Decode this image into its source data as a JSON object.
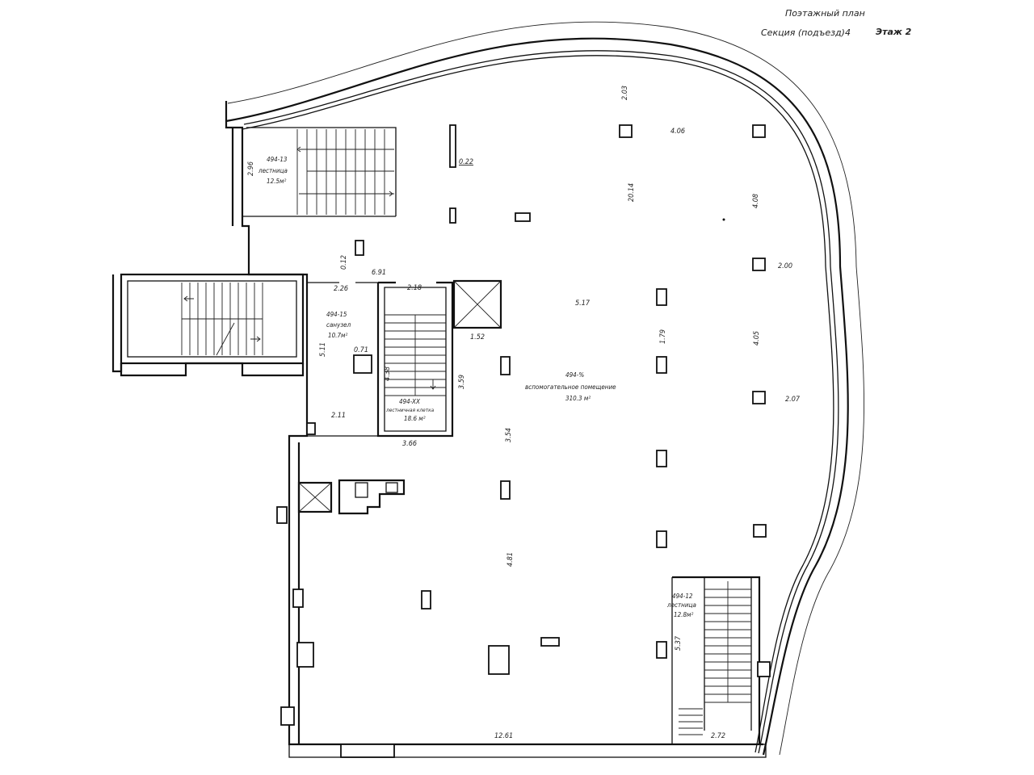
{
  "header": {
    "title": "Поэтажный план",
    "section": "Секция (подъезд)4",
    "floor": "Этаж 2"
  },
  "rooms": [
    {
      "id": "stair-13",
      "code": "494-13",
      "name": "лестница",
      "area": "12.5м²"
    },
    {
      "id": "wc-15",
      "code": "494-15",
      "name": "санузел",
      "area": "10.7м²"
    },
    {
      "id": "stair-xx",
      "code": "494-XX",
      "name": "лестничная клетка",
      "area": "18.6 м²"
    },
    {
      "id": "main-hall",
      "code": "494-%",
      "name": "вспомогательное помещение",
      "area": "310.3 м²"
    },
    {
      "id": "stair-12",
      "code": "494-12",
      "name": "лестница",
      "area": "12.8м²"
    }
  ],
  "dimensions": [
    "2.96",
    "0.12",
    "6.91",
    "2.26",
    "2.18",
    "5.11",
    "0.71",
    "4.38",
    "3.59",
    "2.11",
    "3.66",
    "1.52",
    "3.54",
    "2.03",
    "20.14",
    "4.06",
    "4.08",
    "2.00",
    "5.17",
    "1.79",
    "4.05",
    "2.07",
    "4.81",
    "5.37",
    "12.61",
    "2.72",
    "0.22"
  ]
}
